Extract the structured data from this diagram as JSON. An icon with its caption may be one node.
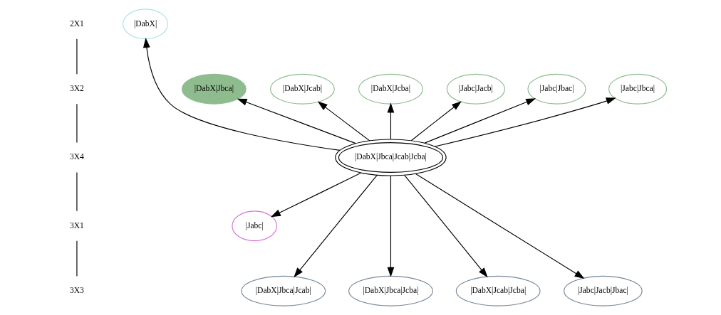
{
  "diagram": {
    "nodes": [
      {
        "text": [
          "2X1"
        ]
      },
      {
        "text": [
          "|DabX|"
        ]
      },
      {
        "text": [
          "3X2"
        ]
      },
      {
        "text": [
          "|DabX|Jbca|"
        ]
      },
      {
        "text": [
          "|DabX|Jcab|"
        ]
      },
      {
        "text": [
          "|DabX|Jcba|"
        ]
      },
      {
        "text": [
          "|Jabc|Jacb|"
        ]
      },
      {
        "text": [
          "|Jabc|Jbac|"
        ]
      },
      {
        "text": [
          "|Jabc|Jbca|"
        ]
      },
      {
        "text": [
          "3X4"
        ]
      },
      {
        "text": [
          "|DabX|Jbca|Jcab|Jcba|"
        ]
      },
      {
        "text": [
          "3X1"
        ]
      },
      {
        "text": [
          "|Jabc|"
        ]
      },
      {
        "text": [
          "3X3"
        ]
      },
      {
        "text": [
          "|DabX|Jbca|Jcab|"
        ]
      },
      {
        "text": [
          "|DabX|Jbca|Jcba|"
        ]
      },
      {
        "text": [
          "|DabX|Jcab|Jcba|"
        ]
      },
      {
        "text": [
          "|Jabc|Jacb|Jbac|"
        ]
      }
    ],
    "edges": [
      {
        "from": 0,
        "to": 2,
        "arrow": "none"
      },
      {
        "from": 2,
        "to": 9,
        "arrow": "none"
      },
      {
        "from": 9,
        "to": 11,
        "arrow": "none"
      },
      {
        "from": 11,
        "to": 13,
        "arrow": "none"
      },
      {
        "from": 10,
        "to": 1,
        "arrow": "to"
      },
      {
        "from": 10,
        "to": 3,
        "arrow": "to"
      },
      {
        "from": 10,
        "to": 4,
        "arrow": "to"
      },
      {
        "from": 10,
        "to": 5,
        "arrow": "to"
      },
      {
        "from": 10,
        "to": 6,
        "arrow": "to"
      },
      {
        "from": 10,
        "to": 7,
        "arrow": "to"
      },
      {
        "from": 10,
        "to": 8,
        "arrow": "to"
      },
      {
        "from": 10,
        "to": 12,
        "arrow": "to"
      },
      {
        "from": 10,
        "to": 14,
        "arrow": "to"
      },
      {
        "from": 10,
        "to": 15,
        "arrow": "to"
      },
      {
        "from": 10,
        "to": 16,
        "arrow": "to"
      },
      {
        "from": 10,
        "to": 17,
        "arrow": "to"
      }
    ]
  }
}
